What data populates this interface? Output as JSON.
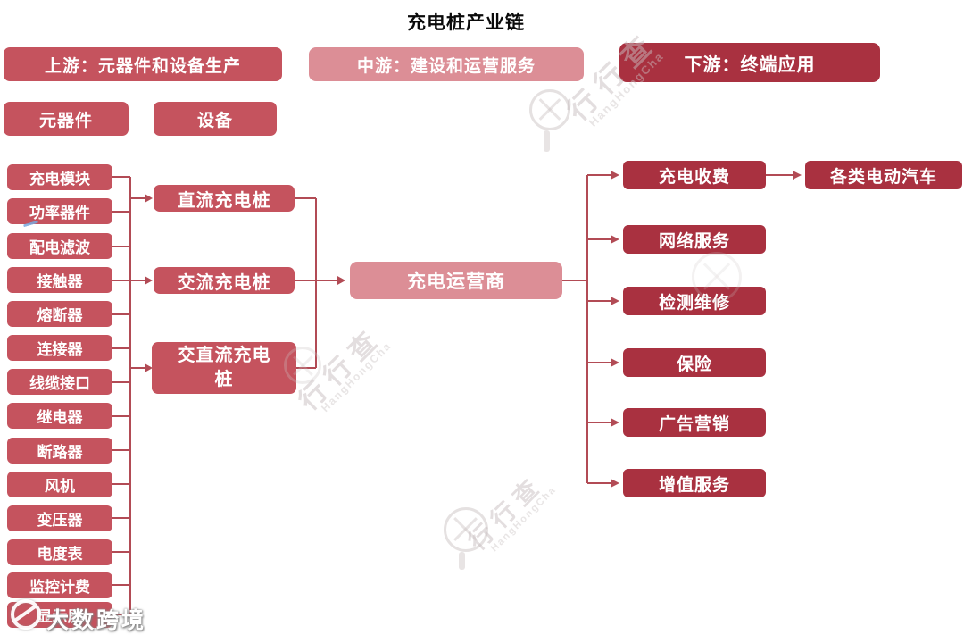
{
  "title": "充电桩产业链",
  "colors": {
    "medium_red": "#C5535E",
    "light_pink": "#DC8E96",
    "dark_red": "#A93140",
    "connector_line": "#B24B55",
    "title_text": "#0a0a0a"
  },
  "headers": {
    "upstream": "上游：元器件和设备生产",
    "midstream": "中游：建设和运营服务",
    "downstream": "下游：终端应用"
  },
  "upstream": {
    "groups": {
      "components": "元器件",
      "equipment": "设备"
    },
    "components": [
      "充电模块",
      "功率器件",
      "配电滤波",
      "接触器",
      "熔断器",
      "连接器",
      "线缆接口",
      "继电器",
      "断路器",
      "风机",
      "变压器",
      "电度表",
      "监控计费",
      "显示屏"
    ]
  },
  "midstream": {
    "pile_types": [
      "直流充电桩",
      "交流充电桩",
      "交直流充电桩"
    ],
    "operator": "充电运营商"
  },
  "downstream": {
    "services": [
      "充电收费",
      "网络服务",
      "检测维修",
      "保险",
      "广告营销",
      "增值服务"
    ],
    "terminal": "各类电动汽车"
  },
  "watermarks": {
    "brand": "行行查",
    "brand_sub": "HangHongCha",
    "overlay": "大数跨境"
  }
}
